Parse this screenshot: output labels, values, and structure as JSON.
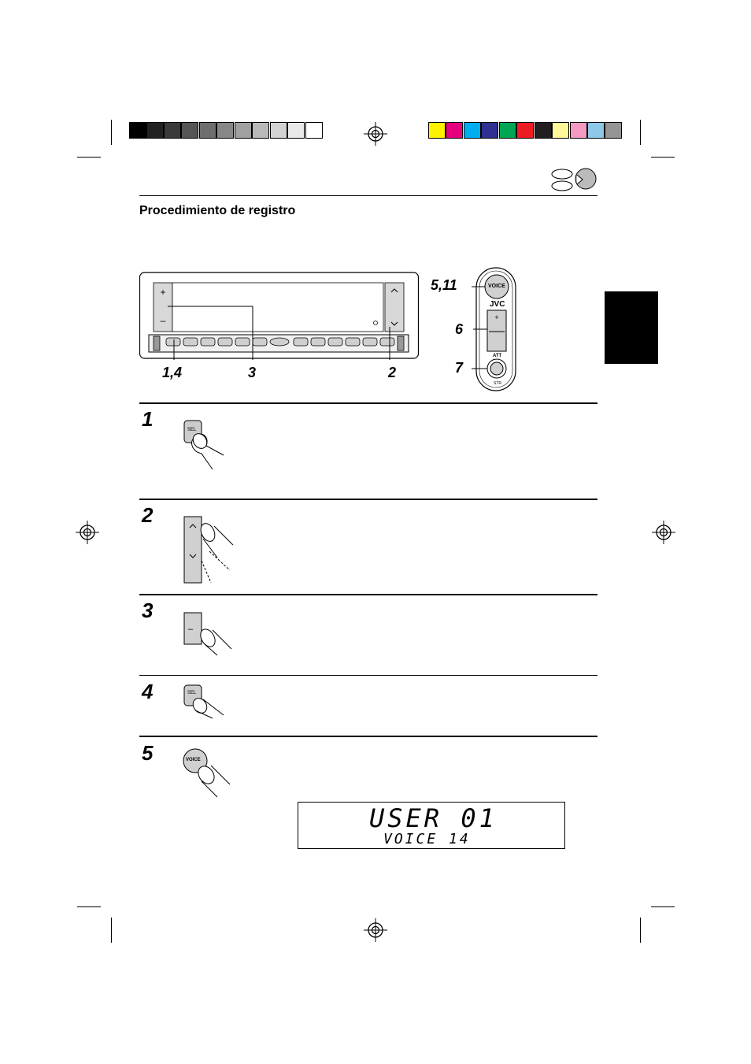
{
  "color_bars": {
    "gray": [
      "#000000",
      "#222222",
      "#3a3a3a",
      "#555555",
      "#6e6e6e",
      "#878787",
      "#a0a0a0",
      "#b9b9b9",
      "#d2d2d2",
      "#eaeaea",
      "#ffffff"
    ],
    "color": [
      "#fff200",
      "#e6007e",
      "#00aeef",
      "#2e3192",
      "#00a651",
      "#ed1c24",
      "#231f20",
      "#fff799",
      "#f49ac2",
      "#8dc8e8",
      "#959595"
    ]
  },
  "section_title": "Procedimiento de registro",
  "callouts": {
    "c14": "1,4",
    "c3": "3",
    "c2": "2",
    "c511": "5,11",
    "c6": "6",
    "c7": "7"
  },
  "remote": {
    "voice_label": "VOICE",
    "brand": "JVC",
    "att_label": "ATT",
    "str_label": "STR"
  },
  "steps": [
    "1",
    "2",
    "3",
    "4",
    "5"
  ],
  "button_labels": {
    "sel": "SEL",
    "voice": "VOICE",
    "plus": "+",
    "minus": "–"
  },
  "lcd": {
    "line1": "USER 01",
    "line2": "VOICE 14"
  }
}
